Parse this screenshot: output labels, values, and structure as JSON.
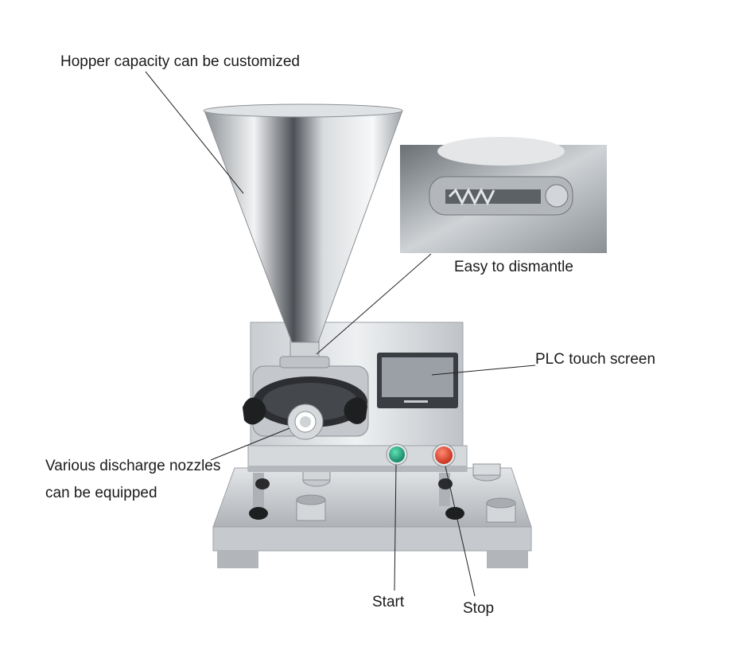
{
  "labels": {
    "hopper": "Hopper capacity can be customized",
    "dismantle": "Easy to dismantle",
    "plc": "PLC touch screen",
    "nozzles_line1": "Various discharge nozzles",
    "nozzles_line2": "can be equipped",
    "start": "Start",
    "stop": "Stop"
  },
  "colors": {
    "steel_light": "#e6e8ea",
    "steel_mid": "#b9bdc1",
    "steel_dark": "#7d8287",
    "panel_bezel": "#3a3d41",
    "screen": "#9aa0a6",
    "start_button": "#1fa37a",
    "stop_button": "#e5432e",
    "knob": "#1e1f21"
  }
}
